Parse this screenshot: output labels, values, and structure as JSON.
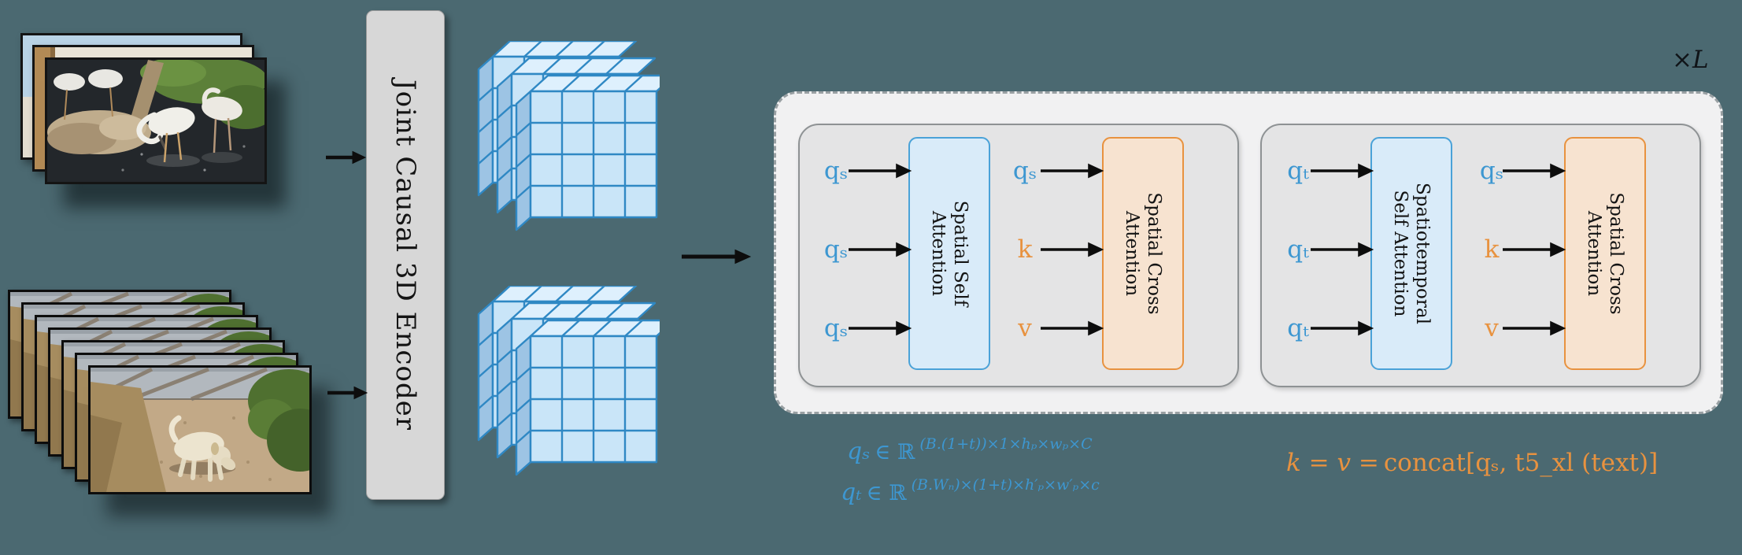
{
  "colors": {
    "background": "#4b6971",
    "blue_text": "#3d97d1",
    "orange_text": "#e8923f",
    "self_attn_fill": "#d9ebf9",
    "self_attn_border": "#4aa2d8",
    "cross_attn_fill": "#f7e3d0",
    "cross_attn_border": "#e8923f",
    "cube_front": "#c9e5f8",
    "cube_top": "#def0fd",
    "cube_side": "#9dc4e4",
    "cube_outline": "#2f88c4",
    "encoder_fill": "#d7d7d7",
    "panel_fill": "#f1f1f2",
    "block_fill": "#e4e4e5"
  },
  "encoder": {
    "label": "Joint Causal 3D Encoder"
  },
  "loop": {
    "times": "×",
    "var": "L"
  },
  "blocks": [
    {
      "self_attn": {
        "line1": "Spatial Self",
        "line2": "Attention"
      },
      "cross_attn": {
        "line1": "Spatial Cross",
        "line2": "Attention"
      },
      "self_inputs": [
        "qₛ",
        "qₛ",
        "qₛ"
      ],
      "cross_inputs": [
        "qₛ",
        "k",
        "v"
      ]
    },
    {
      "self_attn": {
        "line1": "Spatiotemporal",
        "line2": "Self Attention"
      },
      "cross_attn": {
        "line1": "Spatial Cross",
        "line2": "Attention"
      },
      "self_inputs": [
        "qₜ",
        "qₜ",
        "qₜ"
      ],
      "cross_inputs": [
        "qₛ",
        "k",
        "v"
      ]
    }
  ],
  "formulas": {
    "qs": {
      "lhs": "qₛ",
      "rel": "∈ ℝ",
      "exp": "(B.(1+t))×1×hₚ×wₚ×C"
    },
    "qt": {
      "lhs": "qₜ",
      "rel": "∈ ℝ",
      "exp": "(B.Wₙ)×(1+t)×h′ₚ×w′ₚ×c"
    },
    "kv": {
      "lead": "k = v =",
      "fn": "concat[",
      "arg": "qₛ, t5_xl (text)]"
    }
  }
}
